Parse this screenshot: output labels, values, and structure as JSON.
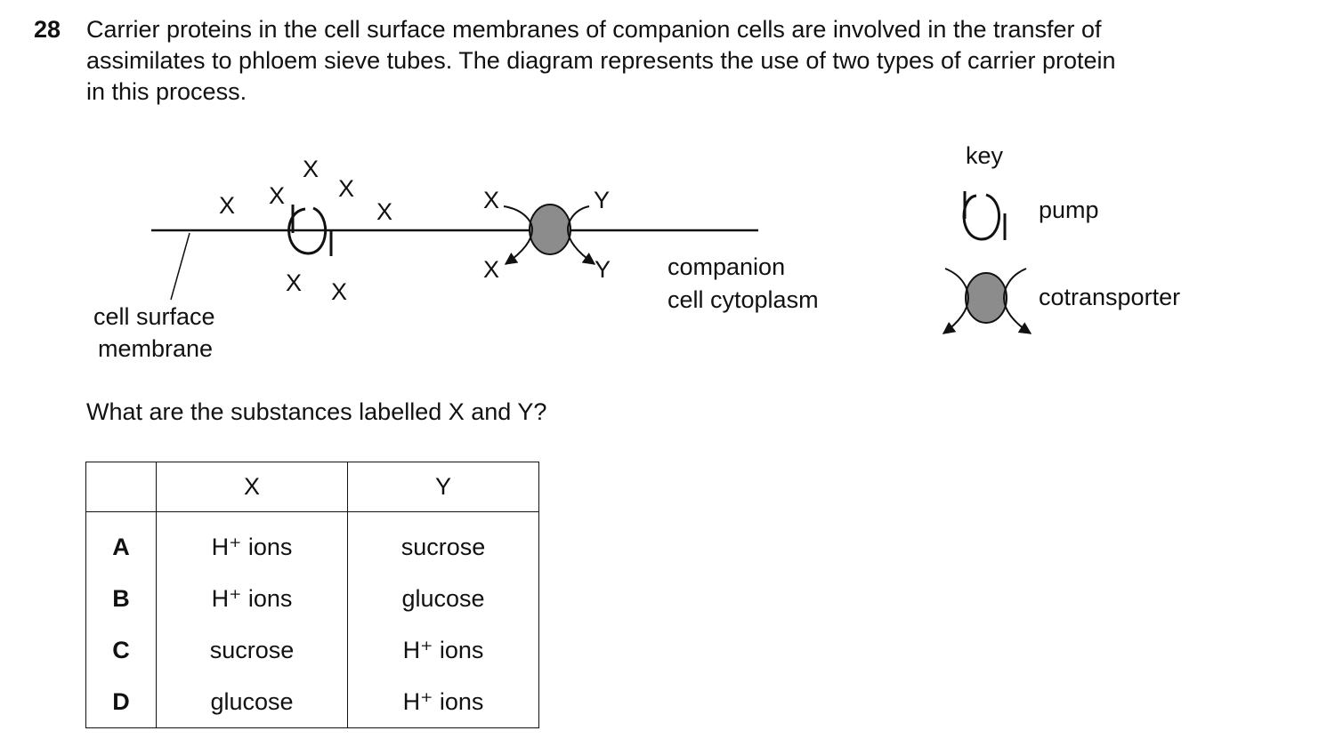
{
  "question": {
    "number": "28",
    "stem_lines": [
      "Carrier proteins in the cell surface membranes of companion cells are involved in the transfer of",
      "assimilates to phloem sieve tubes. The diagram represents the use of two types of carrier protein",
      "in this process."
    ],
    "prompt": "What are the substances labelled X and Y?"
  },
  "diagram": {
    "x_label": "X",
    "y_label": "Y",
    "membrane_label_lines": [
      "cell surface",
      "membrane"
    ],
    "cytoplasm_label_lines": [
      "companion",
      "cell cytoplasm"
    ],
    "key": {
      "title": "key",
      "pump_label": "pump",
      "cotransporter_label": "cotransporter"
    },
    "colors": {
      "cotransporter_fill": "#8c8c8c",
      "line": "#111111"
    }
  },
  "table": {
    "header": {
      "x": "X",
      "y": "Y"
    },
    "rows": [
      {
        "letter": "A",
        "x": "H⁺ ions",
        "y": "sucrose"
      },
      {
        "letter": "B",
        "x": "H⁺ ions",
        "y": "glucose"
      },
      {
        "letter": "C",
        "x": "sucrose",
        "y": "H⁺ ions"
      },
      {
        "letter": "D",
        "x": "glucose",
        "y": "H⁺ ions"
      }
    ]
  }
}
